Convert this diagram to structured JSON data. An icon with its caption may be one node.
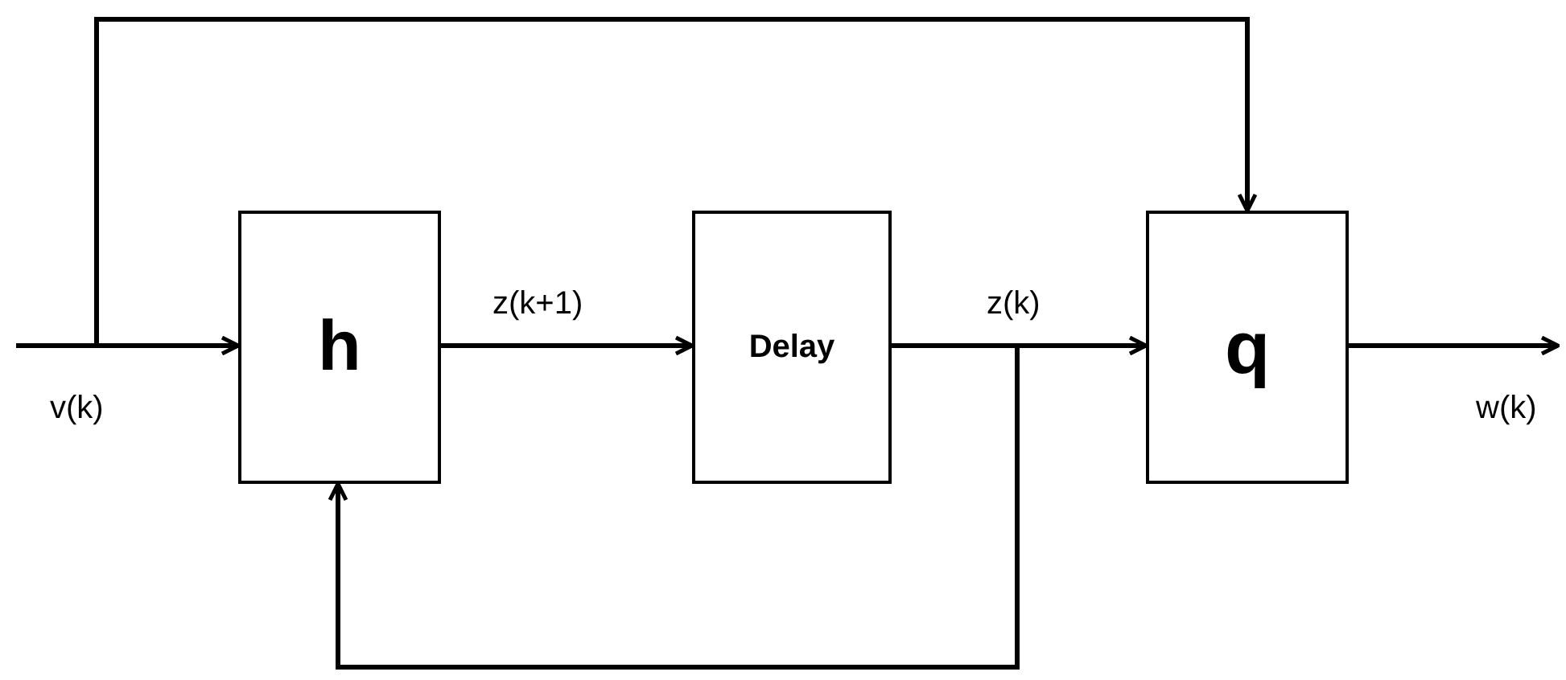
{
  "diagram": {
    "nodes": [
      {
        "text": [
          "h"
        ]
      },
      {
        "text": [
          "Delay"
        ]
      },
      {
        "text": [
          "q"
        ]
      }
    ],
    "edges": [
      {
        "from": null,
        "to": 0,
        "arrow": "to",
        "label": "v(k)"
      },
      {
        "from": null,
        "to": 2,
        "arrow": "to"
      },
      {
        "from": 0,
        "to": 1,
        "arrow": "to",
        "label": "z(k+1)"
      },
      {
        "from": 1,
        "to": 2,
        "arrow": "to",
        "label": "z(k)"
      },
      {
        "from": 1,
        "to": 0,
        "arrow": "to"
      },
      {
        "from": 2,
        "to": null,
        "arrow": "to",
        "label": "w(k)"
      }
    ]
  }
}
